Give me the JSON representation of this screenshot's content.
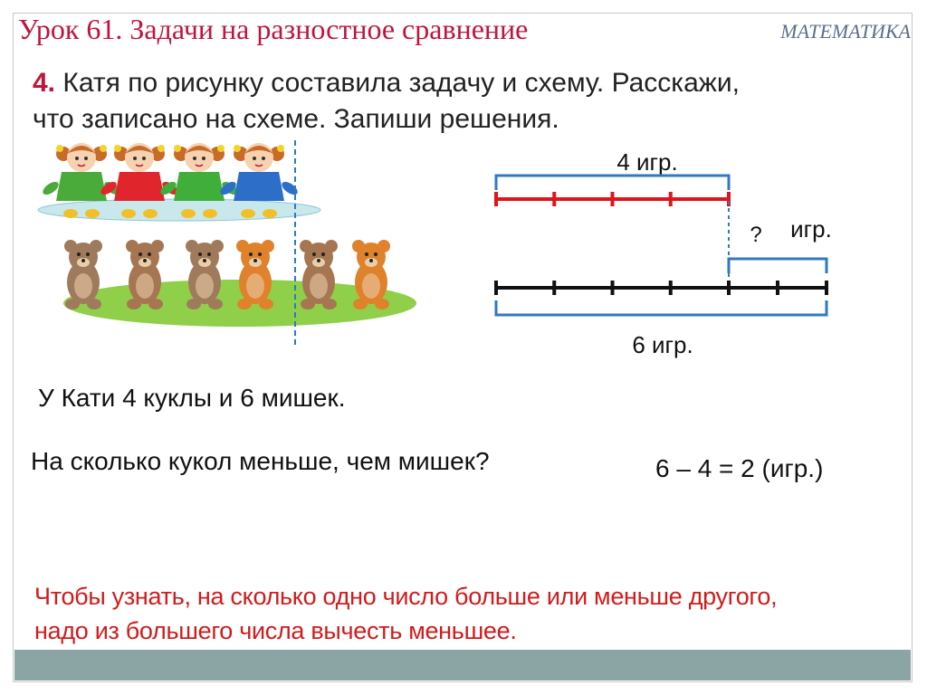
{
  "header": {
    "lesson_title": "Урок 61. Задачи на разностное сравнение",
    "subject": "МАТЕМАТИКА"
  },
  "task": {
    "number": "4.",
    "line1": "Катя по рисунку составила задачу и схему.  Расскажи,",
    "line2": "что записано на схеме. Запиши решения."
  },
  "picture": {
    "dolls_count": 4,
    "bears_count": 6,
    "doll_dress_colors": [
      "#4aaa3a",
      "#e0262c",
      "#3fae3a",
      "#2d6fc8"
    ],
    "bear_colors": [
      "#a07a5c",
      "#a67652",
      "#9f7b5c",
      "#e0812c",
      "#a67652",
      "#e0812c"
    ]
  },
  "scheme": {
    "top_label": "4 игр.",
    "question_mark": "?",
    "diff_label": "игр.",
    "bottom_label": "6 игр.",
    "top_segments": 4,
    "bottom_segments": 6,
    "colors": {
      "top_line": "#e0151c",
      "bottom_line": "#111111",
      "brace": "#2f79c2",
      "dash": "#2f79c2"
    }
  },
  "content": {
    "fact": "У Кати 4 куклы и 6 мишек.",
    "question": "На сколько кукол меньше, чем мишек?",
    "solution": "6 – 4 = 2 (игр.)",
    "rule_line1": "Чтобы узнать, на сколько одно число больше или меньше другого,",
    "rule_line2": "надо из большего числа вычесть меньшее."
  }
}
